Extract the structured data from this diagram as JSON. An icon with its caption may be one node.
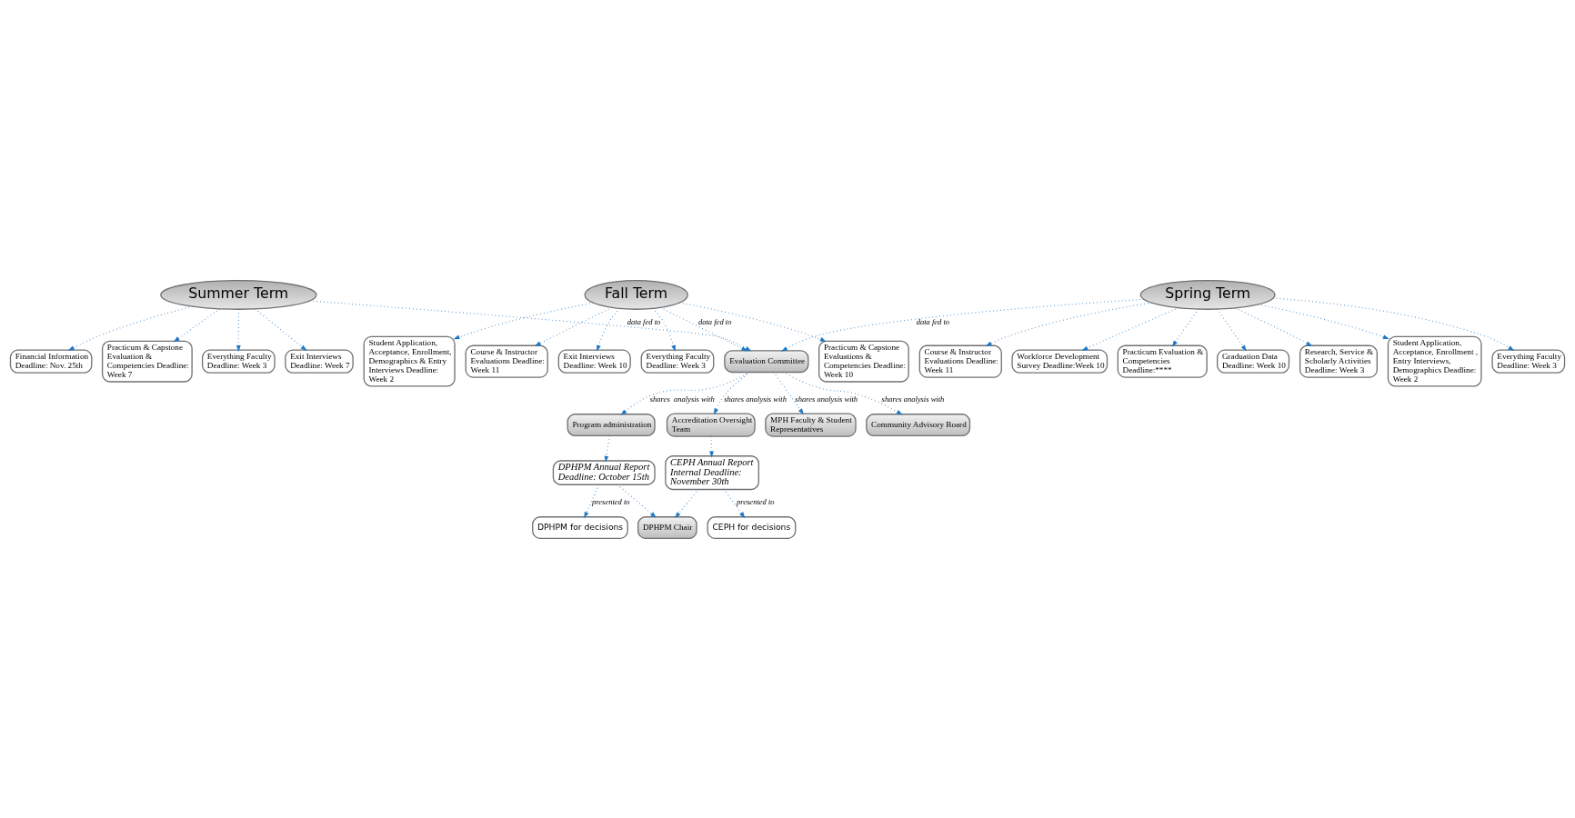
{
  "diagram": {
    "nodes": [
      {
        "text": [
          "DPHPM for decisions"
        ]
      },
      {
        "text": [
          "DPHPM Chair"
        ]
      },
      {
        "text": [
          "CEPH for decisions"
        ]
      },
      {
        "text": [
          "DPHPM Annual Report Deadline: October 15th"
        ]
      },
      {
        "text": [
          "CEPH Annual Report Internal Deadline: November 30th"
        ]
      },
      {
        "text": [
          "MPH Faculty & Student Representatives"
        ]
      },
      {
        "text": [
          "Accreditation Oversight Team"
        ]
      },
      {
        "text": [
          "Community Advisory Board"
        ]
      },
      {
        "text": [
          "Program administration"
        ]
      },
      {
        "text": [
          "Evaluation Committee"
        ]
      },
      {
        "text": [
          "Summer Term"
        ]
      },
      {
        "text": [
          "Exit Interviews Deadline: Week 7"
        ]
      },
      {
        "text": [
          "Practicum & Capstone Evaluations & Competencies Deadline: Week 10"
        ]
      },
      {
        "text": [
          "Fall Term"
        ]
      },
      {
        "text": [
          "Workforce Development Survey Deadline:Week 10"
        ]
      },
      {
        "text": [
          "Practicum Evaluation & Competencies Deadline:****"
        ]
      },
      {
        "text": [
          "Spring Term"
        ]
      },
      {
        "text": [
          "Financial Information Deadline: Nov. 25th"
        ]
      },
      {
        "text": [
          "Student Application, Acceptance, Enrollment, Demographics & Entry Interviews Deadline: Week 2"
        ]
      },
      {
        "text": [
          "Course & Instructor Evaluations Deadline: Week 11"
        ]
      },
      {
        "text": [
          "Exit Interviews Deadline: Week 10"
        ]
      },
      {
        "text": [
          "Graduation Data Deadline: Week 10"
        ]
      },
      {
        "text": [
          "Practicum & Capstone Evaluation & Competencies Deadline: Week 7"
        ]
      },
      {
        "text": [
          "Everything Faculty Deadline: Week 3"
        ]
      },
      {
        "text": [
          "Research, Service & Scholarly Activities Deadline: Week 3"
        ]
      },
      {
        "text": [
          "Student Application, Acceptance, Enrollment , Entry Interviews, Demographics Deadline: Week 2"
        ]
      },
      {
        "text": [
          "Everything Faculty Deadline: Week 3"
        ]
      },
      {
        "text": [
          "Course & Instructor Evaluations Deadline: Week 11"
        ]
      },
      {
        "text": [
          "Everything Faculty Deadline: Week 3"
        ]
      }
    ],
    "edges": [
      {
        "from": 3,
        "to": 0,
        "arrow": "to",
        "label": "presented to"
      },
      {
        "from": 3,
        "to": 1,
        "arrow": "to"
      },
      {
        "from": 4,
        "to": 1,
        "arrow": "to"
      },
      {
        "from": 4,
        "to": 2,
        "arrow": "to",
        "label": "presented to"
      },
      {
        "from": 6,
        "to": 4,
        "arrow": "to"
      },
      {
        "from": 8,
        "to": 3,
        "arrow": "to"
      },
      {
        "from": 9,
        "to": 6,
        "arrow": "to",
        "label": "shares analysis with"
      },
      {
        "from": 9,
        "to": 5,
        "arrow": "to",
        "label": "shares analysis with"
      },
      {
        "from": 9,
        "to": 7,
        "arrow": "to",
        "label": "shares analysis with"
      },
      {
        "from": 9,
        "to": 8,
        "arrow": "to",
        "label": "shares  analysis with"
      },
      {
        "from": 10,
        "to": 9,
        "arrow": "to",
        "label": "data fed to"
      },
      {
        "from": 13,
        "to": 9,
        "arrow": "to",
        "label": "data fed to"
      },
      {
        "from": 16,
        "to": 9,
        "arrow": "to",
        "label": "data fed to"
      },
      {
        "from": 10,
        "to": 11,
        "arrow": "to"
      },
      {
        "from": 10,
        "to": 17,
        "arrow": "to"
      },
      {
        "from": 10,
        "to": 22,
        "arrow": "to"
      },
      {
        "from": 10,
        "to": 23,
        "arrow": "to"
      },
      {
        "from": 13,
        "to": 12,
        "arrow": "to"
      },
      {
        "from": 13,
        "to": 18,
        "arrow": "to"
      },
      {
        "from": 13,
        "to": 19,
        "arrow": "to"
      },
      {
        "from": 13,
        "to": 20,
        "arrow": "to"
      },
      {
        "from": 13,
        "to": 28,
        "arrow": "to"
      },
      {
        "from": 16,
        "to": 15,
        "arrow": "to"
      },
      {
        "from": 16,
        "to": 14,
        "arrow": "to"
      },
      {
        "from": 16,
        "to": 21,
        "arrow": "to"
      },
      {
        "from": 16,
        "to": 24,
        "arrow": "to"
      },
      {
        "from": 16,
        "to": 25,
        "arrow": "to"
      },
      {
        "from": 16,
        "to": 26,
        "arrow": "to"
      },
      {
        "from": 16,
        "to": 27,
        "arrow": "to"
      }
    ]
  }
}
